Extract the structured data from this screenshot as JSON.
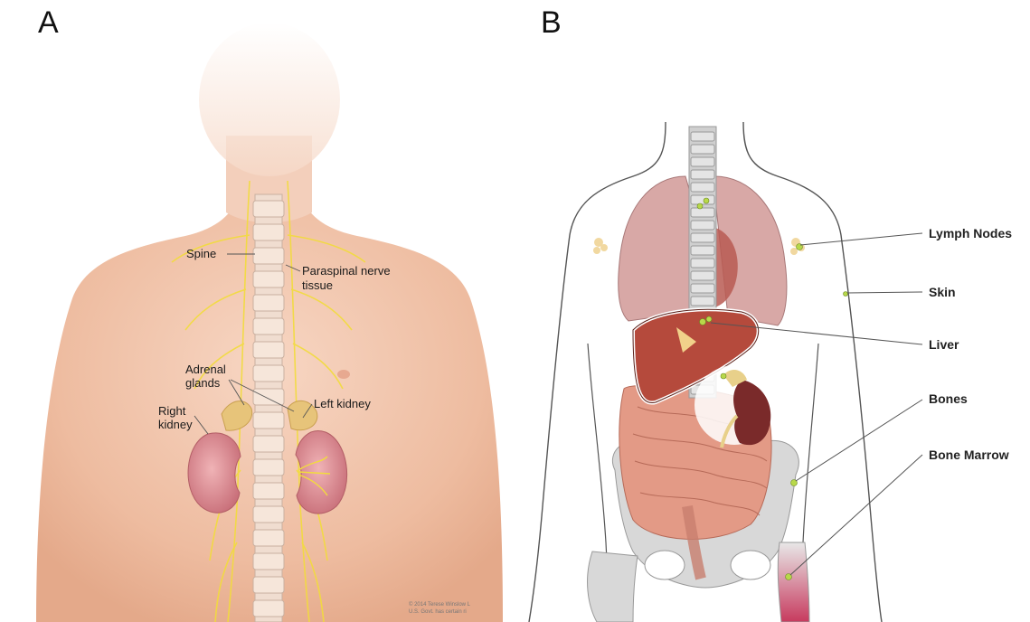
{
  "panels": {
    "a": {
      "letter": "A",
      "labels": {
        "spine": "Spine",
        "paraspinal_line1": "Paraspinal nerve",
        "paraspinal_line2": "tissue",
        "adrenal_line1": "Adrenal",
        "adrenal_line2": "glands",
        "left_kidney": "Left kidney",
        "right_kidney_line1": "Right",
        "right_kidney_line2": "kidney"
      },
      "credit_line1": "© 2014 Terese Winslow L",
      "credit_line2": "U.S. Govt. has certain ri"
    },
    "b": {
      "letter": "B",
      "labels": {
        "lymph_nodes": "Lymph Nodes",
        "skin": "Skin",
        "liver": "Liver",
        "bones": "Bones",
        "bone_marrow": "Bone Marrow"
      }
    }
  },
  "colors": {
    "skin_tone": "#f2c6ad",
    "nerve_yellow": "#f4e04d",
    "kidney": "#d9838a",
    "lung": "#d4a0a0",
    "liver": "#b54a3c",
    "intestine": "#e0907a",
    "bone_gray": "#d8d8d8",
    "metastasis_green": "#b8d84a"
  }
}
